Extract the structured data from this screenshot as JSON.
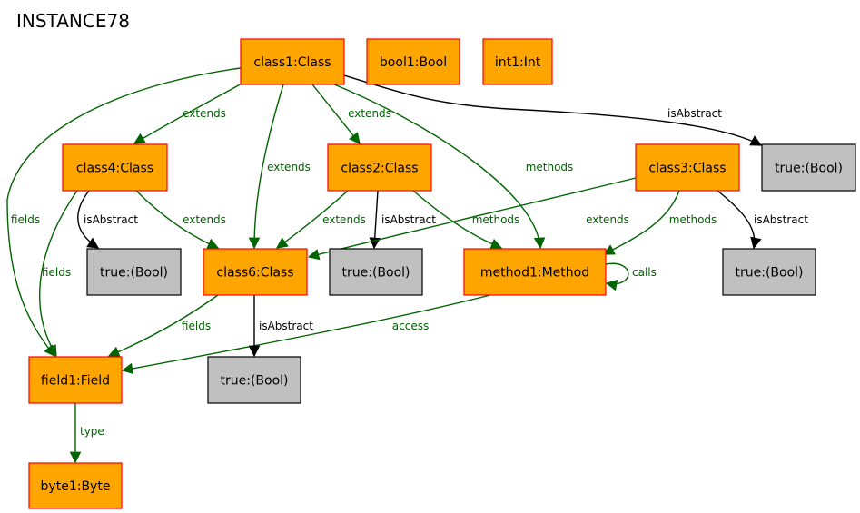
{
  "title": "INSTANCE78",
  "colors": {
    "object_fill": "#ffa500",
    "object_border": "#ff0000",
    "value_fill": "#c0c0c0",
    "value_border": "#000000",
    "relation_edge": "#006400",
    "attribute_edge": "#000000"
  },
  "nodes": [
    {
      "id": "class1",
      "label": "class1:Class",
      "kind": "object"
    },
    {
      "id": "bool1",
      "label": "bool1:Bool",
      "kind": "object"
    },
    {
      "id": "int1",
      "label": "int1:Int",
      "kind": "object"
    },
    {
      "id": "class4",
      "label": "class4:Class",
      "kind": "object"
    },
    {
      "id": "class2",
      "label": "class2:Class",
      "kind": "object"
    },
    {
      "id": "class3",
      "label": "class3:Class",
      "kind": "object"
    },
    {
      "id": "true_c1",
      "label": "true:(Bool)",
      "kind": "value"
    },
    {
      "id": "true_c4",
      "label": "true:(Bool)",
      "kind": "value"
    },
    {
      "id": "class6",
      "label": "class6:Class",
      "kind": "object"
    },
    {
      "id": "true_c2",
      "label": "true:(Bool)",
      "kind": "value"
    },
    {
      "id": "method1",
      "label": "method1:Method",
      "kind": "object"
    },
    {
      "id": "true_c3",
      "label": "true:(Bool)",
      "kind": "value"
    },
    {
      "id": "field1",
      "label": "field1:Field",
      "kind": "object"
    },
    {
      "id": "true_c6",
      "label": "true:(Bool)",
      "kind": "value"
    },
    {
      "id": "byte1",
      "label": "byte1:Byte",
      "kind": "object"
    }
  ],
  "edges": [
    {
      "id": "c1-c4",
      "from": "class1",
      "to": "class4",
      "label": "extends",
      "kind": "relation"
    },
    {
      "id": "c1-c6",
      "from": "class1",
      "to": "class6",
      "label": "extends",
      "kind": "relation"
    },
    {
      "id": "c1-c2",
      "from": "class1",
      "to": "class2",
      "label": "extends",
      "kind": "relation"
    },
    {
      "id": "c1-m1",
      "from": "class1",
      "to": "method1",
      "label": "methods",
      "kind": "relation"
    },
    {
      "id": "c1-f1",
      "from": "class1",
      "to": "field1",
      "label": "fields",
      "kind": "relation"
    },
    {
      "id": "c1-t",
      "from": "class1",
      "to": "true_c1",
      "label": "isAbstract",
      "kind": "attribute"
    },
    {
      "id": "c4-t",
      "from": "class4",
      "to": "true_c4",
      "label": "isAbstract",
      "kind": "attribute"
    },
    {
      "id": "c4-c6",
      "from": "class4",
      "to": "class6",
      "label": "extends",
      "kind": "relation"
    },
    {
      "id": "c4-f1",
      "from": "class4",
      "to": "field1",
      "label": "fields",
      "kind": "relation"
    },
    {
      "id": "c2-c6",
      "from": "class2",
      "to": "class6",
      "label": "extends",
      "kind": "relation"
    },
    {
      "id": "c2-t",
      "from": "class2",
      "to": "true_c2",
      "label": "isAbstract",
      "kind": "attribute"
    },
    {
      "id": "c2-m1",
      "from": "class2",
      "to": "method1",
      "label": "methods",
      "kind": "relation"
    },
    {
      "id": "c3-c6",
      "from": "class3",
      "to": "class6",
      "label": "extends",
      "kind": "relation"
    },
    {
      "id": "c3-m1",
      "from": "class3",
      "to": "method1",
      "label": "methods",
      "kind": "relation"
    },
    {
      "id": "c3-t",
      "from": "class3",
      "to": "true_c3",
      "label": "isAbstract",
      "kind": "attribute"
    },
    {
      "id": "m1-m1",
      "from": "method1",
      "to": "method1",
      "label": "calls",
      "kind": "relation"
    },
    {
      "id": "m1-f1",
      "from": "method1",
      "to": "field1",
      "label": "access",
      "kind": "relation"
    },
    {
      "id": "c6-f1",
      "from": "class6",
      "to": "field1",
      "label": "fields",
      "kind": "relation"
    },
    {
      "id": "c6-t",
      "from": "class6",
      "to": "true_c6",
      "label": "isAbstract",
      "kind": "attribute"
    },
    {
      "id": "f1-b1",
      "from": "field1",
      "to": "byte1",
      "label": "type",
      "kind": "relation"
    }
  ]
}
